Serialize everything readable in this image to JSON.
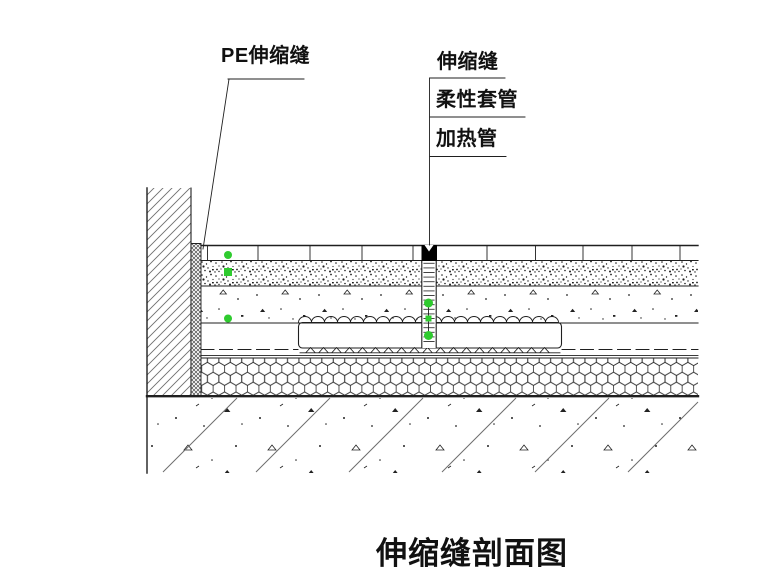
{
  "figure": {
    "title": "伸缩缝剖面图",
    "callouts": {
      "pe_joint": "PE伸缩缝",
      "joint": "伸缩缝",
      "sleeve": "柔性套管",
      "heating_pipe": "加热管"
    },
    "colors": {
      "background": "#ffffff",
      "line": "#1f1f1f",
      "hatch": "#6e6e6e",
      "marker_green": "#2fcb2f",
      "joint_fill": "#000000"
    }
  }
}
